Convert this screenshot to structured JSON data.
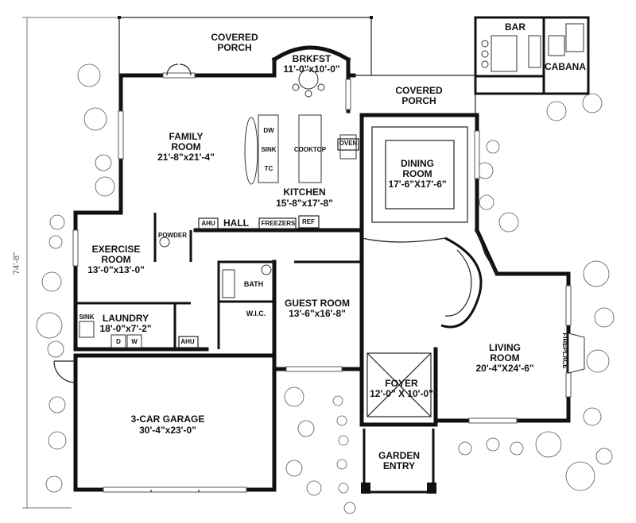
{
  "overall_dimension": "74'-8\"",
  "rooms": {
    "covered_porch_top": {
      "name_line1": "COVERED",
      "name_line2": "PORCH"
    },
    "breakfast": {
      "name": "BRKFST",
      "size": "11'-0\"x10'-0\""
    },
    "covered_porch_right": {
      "name_line1": "COVERED",
      "name_line2": "PORCH"
    },
    "bar": {
      "name": "BAR"
    },
    "cabana": {
      "name": "CABANA"
    },
    "family_room": {
      "name_line1": "FAMILY",
      "name_line2": "ROOM",
      "size": "21'-8\"x21'-4\""
    },
    "kitchen": {
      "name": "KITCHEN",
      "size": "15'-8\"x17'-8\""
    },
    "dining_room": {
      "name_line1": "DINING",
      "name_line2": "ROOM",
      "size": "17'-6\"X17'-6\""
    },
    "exercise_room": {
      "name_line1": "EXERCISE",
      "name_line2": "ROOM",
      "size": "13'-0\"x13'-0\""
    },
    "laundry": {
      "name": "LAUNDRY",
      "size": "18'-0\"x7'-2\""
    },
    "guest_room": {
      "name": "GUEST ROOM",
      "size": "13'-6\"x16'-8\""
    },
    "living_room": {
      "name_line1": "LIVING",
      "name_line2": "ROOM",
      "size": "20'-4\"X24'-6\""
    },
    "foyer": {
      "name": "FOYER",
      "size": "12'-0\" X 10'-0\""
    },
    "garage": {
      "name": "3-CAR GARAGE",
      "size": "30'-4\"x23'-0\""
    },
    "garden_entry": {
      "name_line1": "GARDEN",
      "name_line2": "ENTRY"
    }
  },
  "small_labels": {
    "dw": "DW",
    "sink": "SINK",
    "tc": "TC",
    "cooktop": "COOKTOP",
    "oven": "OVEN",
    "ahu_top": "AHU",
    "hall": "HALL",
    "freezers": "FREEZERS",
    "ref": "REF",
    "powder": "POWDER",
    "bath": "BATH",
    "wic": "W.I.C.",
    "laundry_sink": "SINK",
    "d": "D",
    "w": "W",
    "ahu_bottom": "AHU",
    "fireplace": "FIREPLACE"
  },
  "colors": {
    "wall": "#111111",
    "background": "#ffffff",
    "dimension_line": "#555555"
  }
}
